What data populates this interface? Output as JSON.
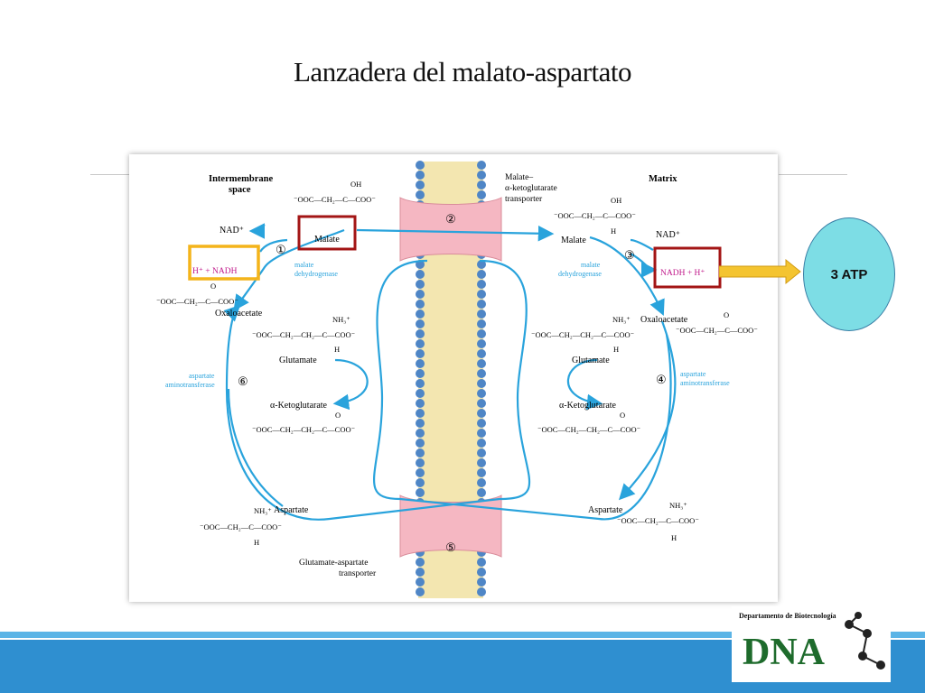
{
  "slide": {
    "title": "Lanzadera del malato-aspartato",
    "atp_label": "3 ATP",
    "department": "Departamento de Biotecnología",
    "logo_letters": "DNA"
  },
  "diagram": {
    "intermembrane": "Intermembrane",
    "intermembrane2": "space",
    "matrix": "Matrix",
    "transporter_top_1": "Malate–",
    "transporter_top_2": "α-ketoglutarate",
    "transporter_top_3": "transporter",
    "transporter_bottom_1": "Glutamate-aspartate",
    "transporter_bottom_2": "transporter",
    "step1": "①",
    "step2": "②",
    "step3": "③",
    "step4": "④",
    "step5": "⑤",
    "step6": "⑥",
    "left_nad": "NAD⁺",
    "left_nadh": "H⁺ + NADH",
    "left_malate": "Malate",
    "left_oxaloacetate": "Oxaloacetate",
    "left_glutamate": "Glutamate",
    "left_akg": "α-Ketoglutarate",
    "left_aspartate": "Aspartate",
    "left_mdh_1": "malate",
    "left_mdh_2": "dehydrogenase",
    "left_at_1": "aspartate",
    "left_at_2": "aminotransferase",
    "right_nad": "NAD⁺",
    "right_nadh": "NADH + H⁺",
    "right_malate": "Malate",
    "right_oxaloacetate": "Oxaloacetate",
    "right_glutamate": "Glutamate",
    "right_akg": "α-Ketoglutarate",
    "right_aspartate": "Aspartate",
    "right_mdh_1": "malate",
    "right_mdh_2": "dehydrogenase",
    "right_at_1": "aspartate",
    "right_at_2": "aminotransferase",
    "f_malate_oh": "OH",
    "f_malate": "⁻OOC—CH₂—C—COO⁻",
    "f_malate_h": "H",
    "f_oxal_o": "O",
    "f_oxal": "⁻OOC—CH₂—C—COO⁻",
    "f_glu_n": "NH₃⁺",
    "f_glu": "⁻OOC—CH₂—CH₂—C—COO⁻",
    "f_glu_h": "H",
    "f_akg_o": "O",
    "f_akg": "⁻OOC—CH₂—CH₂—C—COO⁻",
    "f_asp_n": "NH₃⁺",
    "f_asp": "⁻OOC—CH₂—C—COO⁻",
    "f_asp_h": "H"
  },
  "colors": {
    "arrow": "#29a3dc",
    "highlight_red": "#a31515",
    "highlight_yellow": "#f4b41a",
    "nadh_text": "#c0188a",
    "transporter": "#f5b7c2",
    "membrane_head": "#4f86c6",
    "membrane_tail": "#f3e6b0",
    "atp_fill": "#7ddde5",
    "footer": "#2f8fd0"
  }
}
